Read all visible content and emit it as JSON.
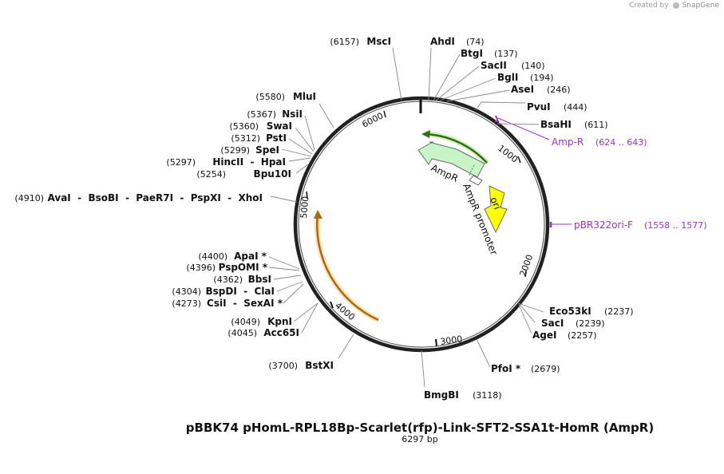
{
  "credit": {
    "prefix": "Created by",
    "brand": "SnapGene"
  },
  "map": {
    "title": "pBBK74 pHomL-RPL18Bp-Scarlet(rfp)-Link-SFT2-SSA1t-HomR (AmpR)",
    "length_label": "6297 bp",
    "total_bp": 6297,
    "backbone_color": "#222222"
  },
  "ticks": [
    {
      "bp": 1000,
      "label": "1000"
    },
    {
      "bp": 2000,
      "label": "2000"
    },
    {
      "bp": 3000,
      "label": "3000"
    },
    {
      "bp": 4000,
      "label": "4000"
    },
    {
      "bp": 5000,
      "label": "5000"
    },
    {
      "bp": 6000,
      "label": "6000"
    }
  ],
  "sites": [
    {
      "name": "AhdI",
      "pos": "(74)"
    },
    {
      "name": "BtgI",
      "pos": "(137)"
    },
    {
      "name": "SacII",
      "pos": "(140)"
    },
    {
      "name": "BglI",
      "pos": "(194)"
    },
    {
      "name": "AseI",
      "pos": "(246)"
    },
    {
      "name": "PvuI",
      "pos": "(444)"
    },
    {
      "name": "BsaHI",
      "pos": "(611)"
    },
    {
      "name": "Eco53kI",
      "pos": "(2237)"
    },
    {
      "name": "SacI",
      "pos": "(2239)"
    },
    {
      "name": "AgeI",
      "pos": "(2257)"
    },
    {
      "name": "PfoI *",
      "pos": "(2679)"
    },
    {
      "name": "BmgBI",
      "pos": "(3118)"
    },
    {
      "name": "BstXI",
      "pos": "(3700)"
    },
    {
      "name": "Acc65I",
      "pos": "(4045)"
    },
    {
      "name": "KpnI",
      "pos": "(4049)"
    },
    {
      "name": "CsiI  -  SexAI *",
      "pos": "(4273)"
    },
    {
      "name": "BspDI  -  ClaI",
      "pos": "(4304)"
    },
    {
      "name": "BbsI",
      "pos": "(4362)"
    },
    {
      "name": "PspOMI *",
      "pos": "(4396)"
    },
    {
      "name": "ApaI *",
      "pos": "(4400)"
    },
    {
      "name": "AvaI  -  BsoBI  -  PaeR7I  -  PspXI  -  XhoI",
      "pos": "(4910)"
    },
    {
      "name": "Bpu10I",
      "pos": "(5254)"
    },
    {
      "name": "HincII  -  HpaI",
      "pos": "(5297)"
    },
    {
      "name": "SpeI",
      "pos": "(5299)"
    },
    {
      "name": "PstI",
      "pos": "(5312)"
    },
    {
      "name": "SwaI",
      "pos": "(5360)"
    },
    {
      "name": "NsiI",
      "pos": "(5367)"
    },
    {
      "name": "MluI",
      "pos": "(5580)"
    },
    {
      "name": "MscI",
      "pos": "(6157)"
    }
  ],
  "primers": [
    {
      "name": "Amp-R",
      "pos": "(624 .. 643)"
    },
    {
      "name": "pBR322ori-F",
      "pos": "(1558 .. 1577)"
    }
  ],
  "features": [
    {
      "name": "AmpR",
      "kind": "cds",
      "color": "#c8f5c8",
      "stroke": "#6a6a6a"
    },
    {
      "name": "AmpR promoter",
      "kind": "promoter",
      "color": "#ffffff",
      "stroke": "#6a6a6a"
    },
    {
      "name": "ori",
      "kind": "origin",
      "color": "#ffff00",
      "stroke": "#6a6a6a"
    }
  ],
  "orfs": [
    {
      "name": "green-orf",
      "color": "#5aa02c",
      "glow": "#d8f0c0"
    },
    {
      "name": "orange-orf",
      "color": "#f0a030",
      "glow": "#fde4b8"
    }
  ],
  "colors": {
    "primer": "#9b30d0",
    "leader": "#888888"
  }
}
